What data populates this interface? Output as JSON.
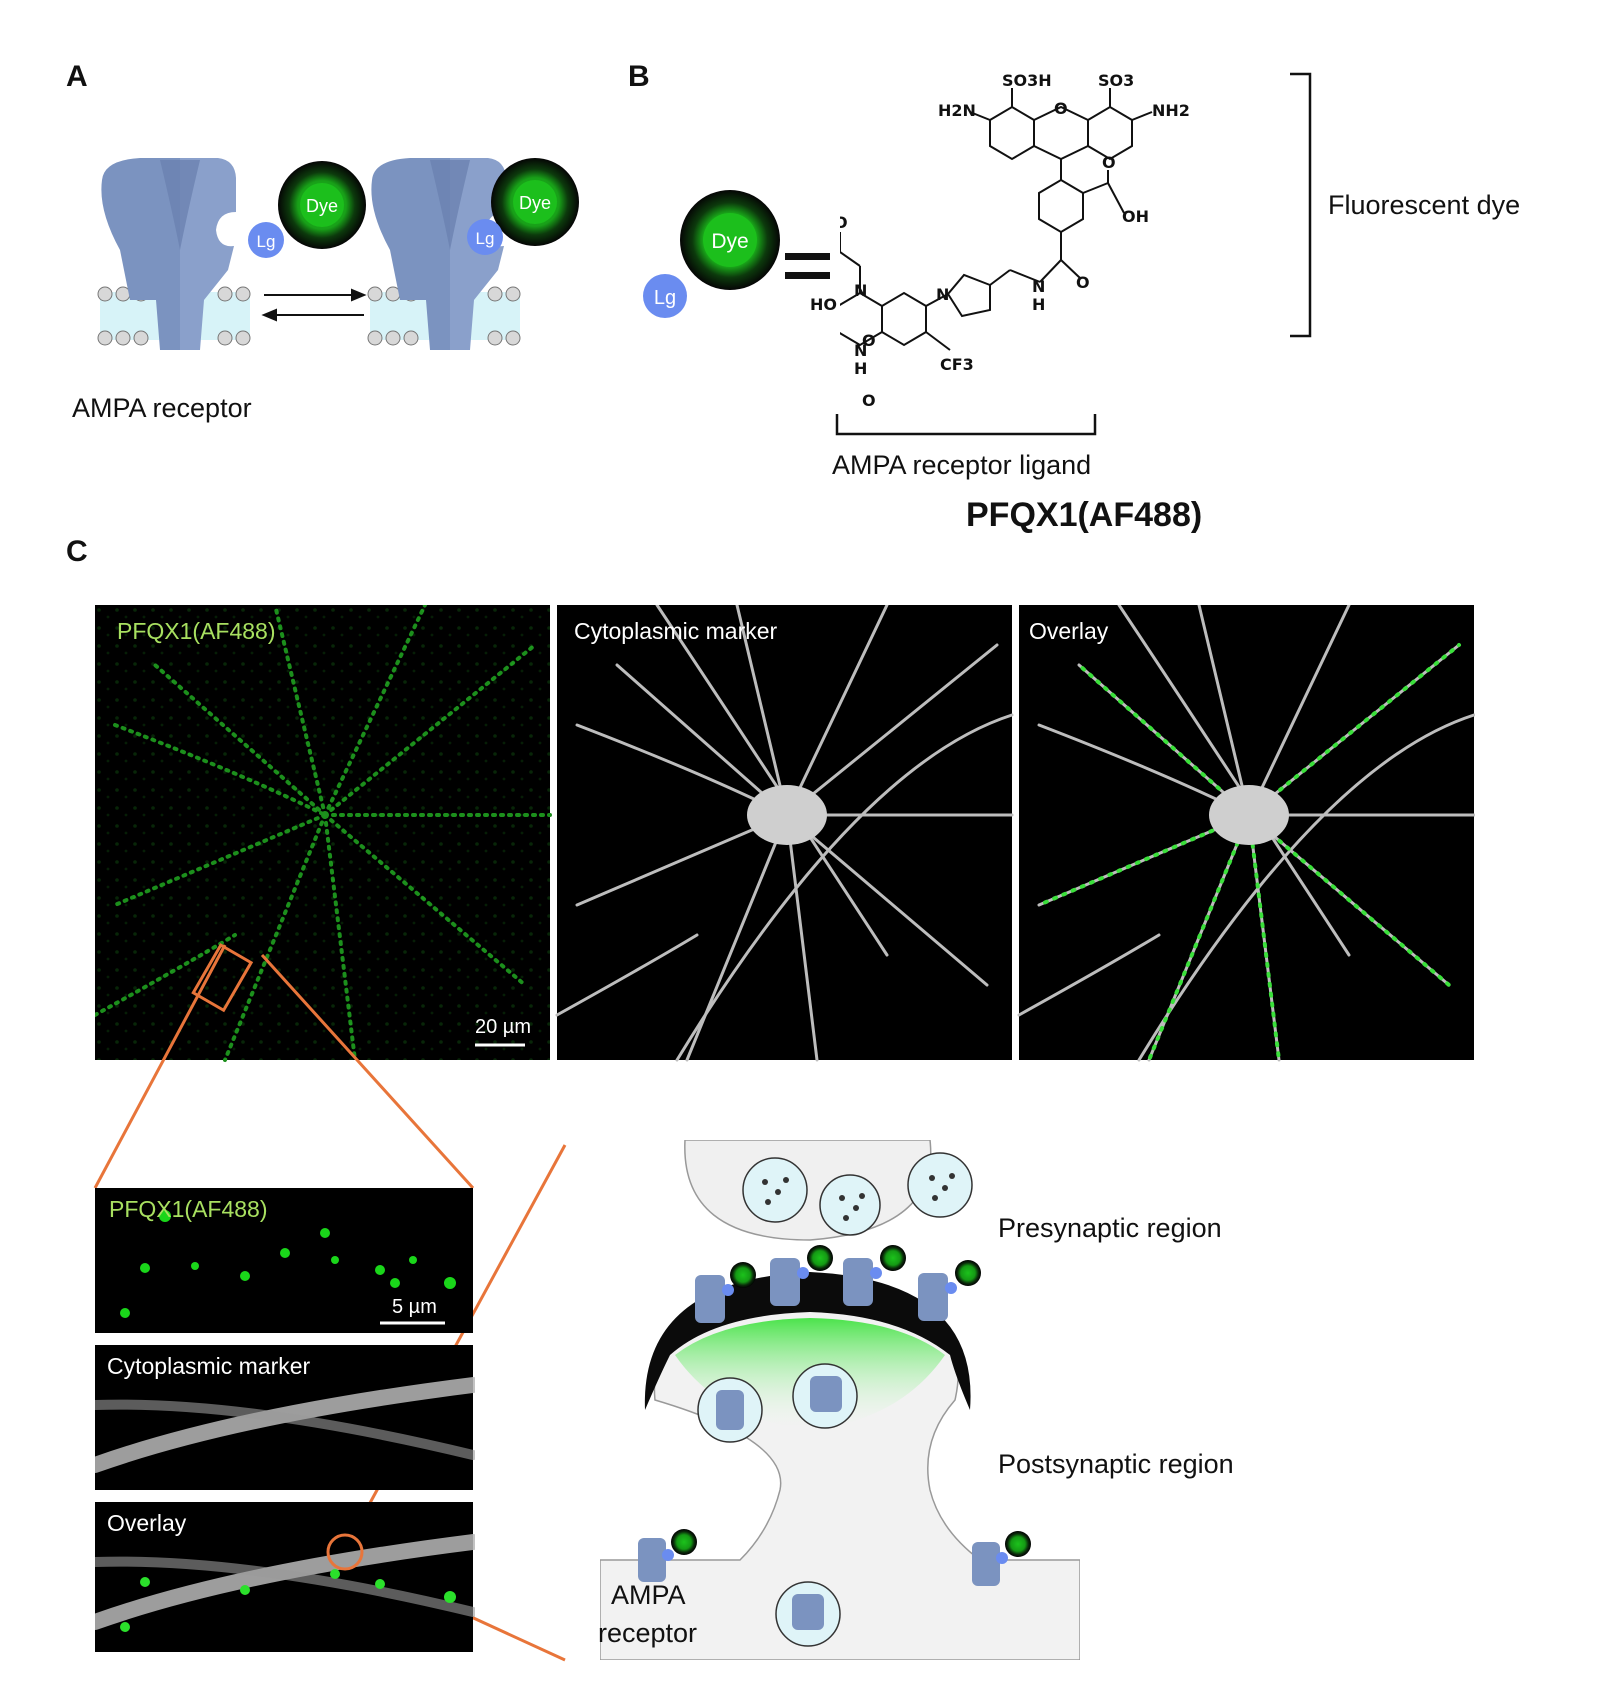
{
  "panels": {
    "a": "A",
    "b": "B",
    "c": "C"
  },
  "panel_a": {
    "dye": "Dye",
    "lg": "Lg",
    "receptor_label": "AMPA receptor"
  },
  "panel_b": {
    "dye": "Dye",
    "lg": "Lg",
    "fluorescent_dye": "Fluorescent dye",
    "ligand_label": "AMPA receptor ligand",
    "compound": "PFQX1(AF488)",
    "atoms": {
      "so3h": "SO3H",
      "so3": "SO3",
      "h2n": "H2N",
      "nh2": "NH2",
      "o": "O",
      "oh": "OH",
      "ho": "HO",
      "n": "N",
      "h": "H",
      "cf3": "CF3"
    }
  },
  "panel_c": {
    "image1_label": "PFQX1(AF488)",
    "image2_label": "Cytoplasmic marker",
    "image3_label": "Overlay",
    "scale_large": "20 µm",
    "zoom1_label": "PFQX1(AF488)",
    "zoom2_label": "Cytoplasmic marker",
    "zoom3_label": "Overlay",
    "scale_small": "5 µm",
    "presynaptic": "Presynaptic region",
    "postsynaptic": "Postsynaptic region",
    "receptor_line1": "AMPA",
    "receptor_line2": "receptor"
  },
  "colors": {
    "receptor": "#7b93c0",
    "ligand": "#6a8cf0",
    "dye_green": "#16b816",
    "zoom_line": "#e8753a",
    "green_label": "#a8e060"
  }
}
